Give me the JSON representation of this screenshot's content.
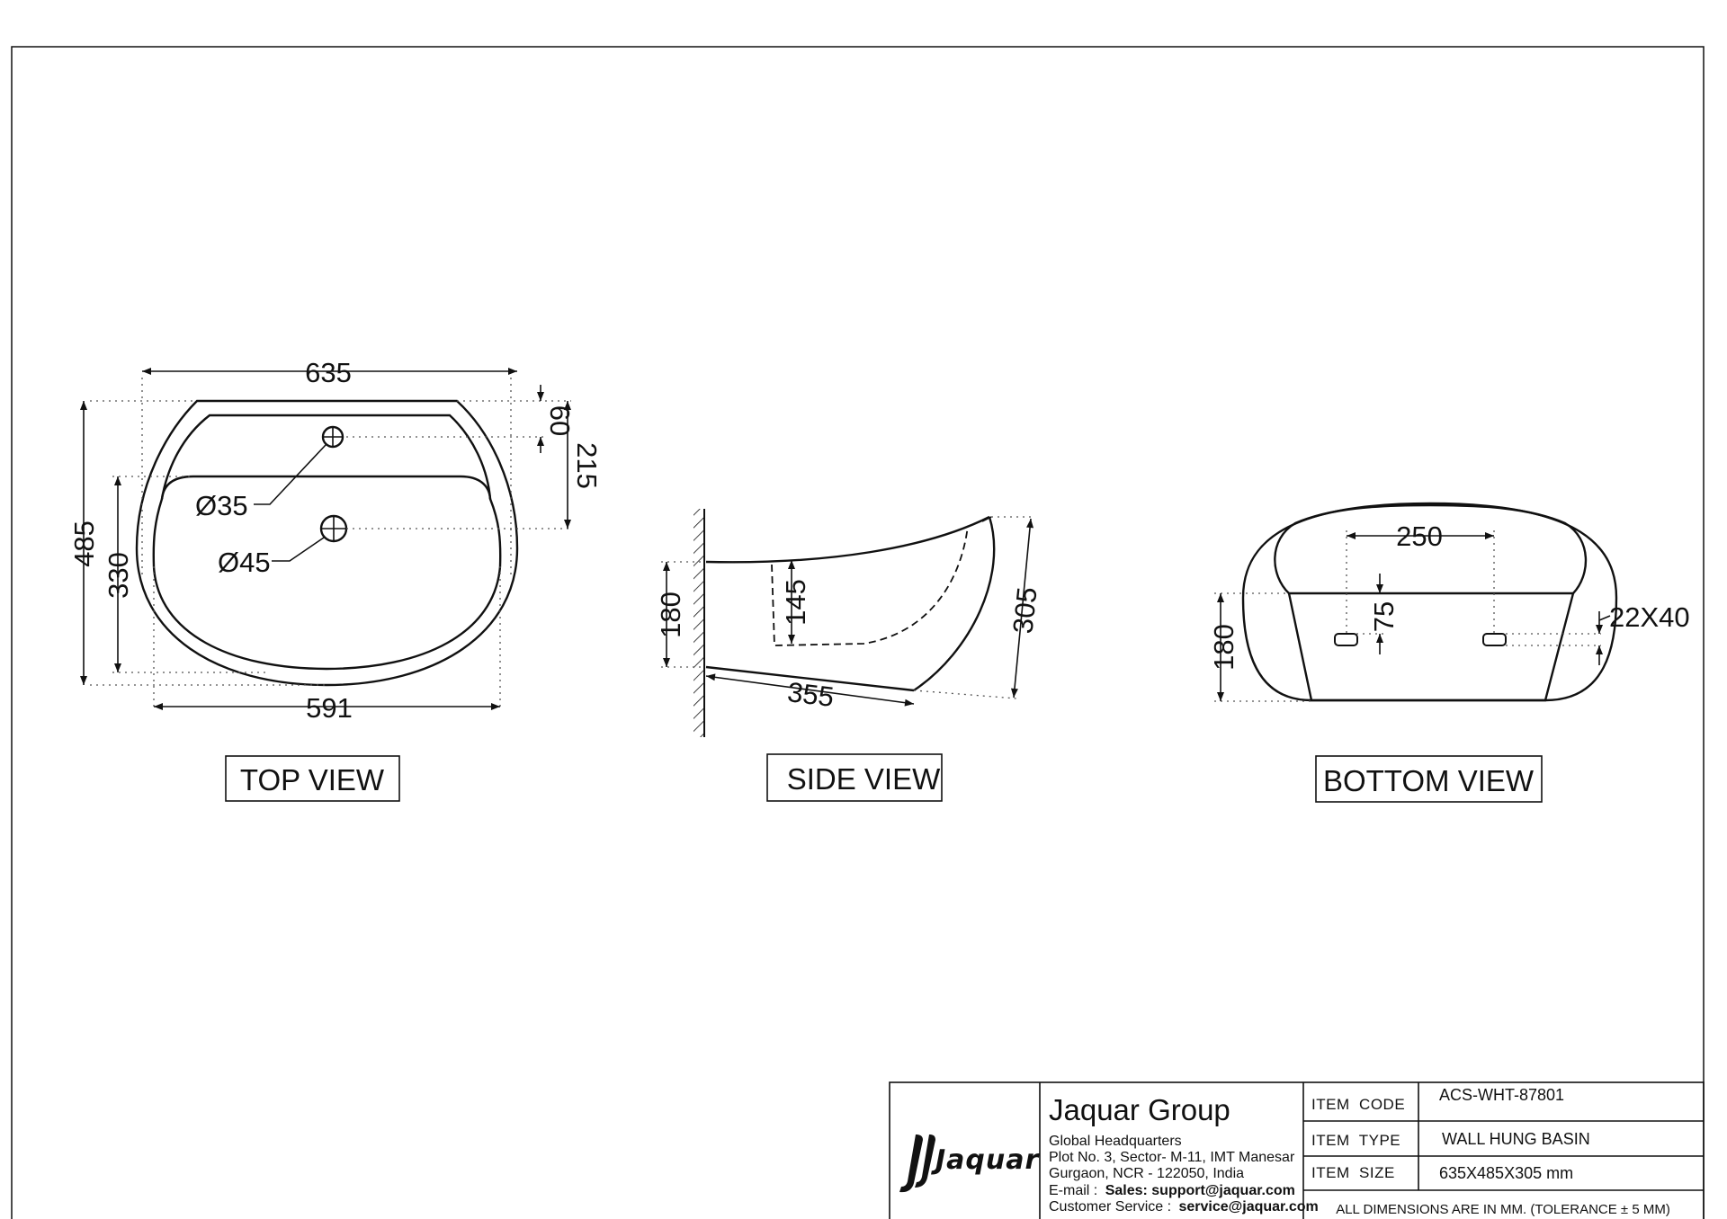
{
  "top_view": {
    "label": "TOP VIEW",
    "dims": {
      "overall_width": "635",
      "bottom_width": "591",
      "overall_depth": "485",
      "bowl_depth": "330",
      "rim_to_tap": "60",
      "rim_to_drain": "215",
      "tap_hole": "Ø35",
      "drain_hole": "Ø45"
    }
  },
  "side_view": {
    "label": "SIDE VIEW",
    "dims": {
      "wall_height": "180",
      "bowl_height": "145",
      "projection": "355",
      "total_height": "305"
    }
  },
  "bottom_view": {
    "label": "BOTTOM VIEW",
    "dims": {
      "hole_spacing": "250",
      "hole_offset": "75",
      "slot_size": "22X40",
      "bracket_height": "180"
    }
  },
  "title_block": {
    "logo_text": "Jaquar",
    "company": "Jaquar Group",
    "address_lines": [
      "Global Headquarters",
      "Plot No. 3, Sector- M-11, IMT Manesar",
      "Gurgaon, NCR - 122050, India"
    ],
    "email_label": "E-mail :",
    "email_value": "Sales: support@jaquar.com",
    "service_label": "Customer Service :",
    "service_value": "service@jaquar.com",
    "rows": [
      {
        "label": "ITEM  CODE",
        "value": "ACS-WHT-87801"
      },
      {
        "label": "ITEM  TYPE",
        "value": "WALL HUNG BASIN"
      },
      {
        "label": "ITEM  SIZE",
        "value": "635X485X305 mm"
      }
    ],
    "note": "ALL DIMENSIONS ARE IN MM. (TOLERANCE ± 5 MM)"
  }
}
